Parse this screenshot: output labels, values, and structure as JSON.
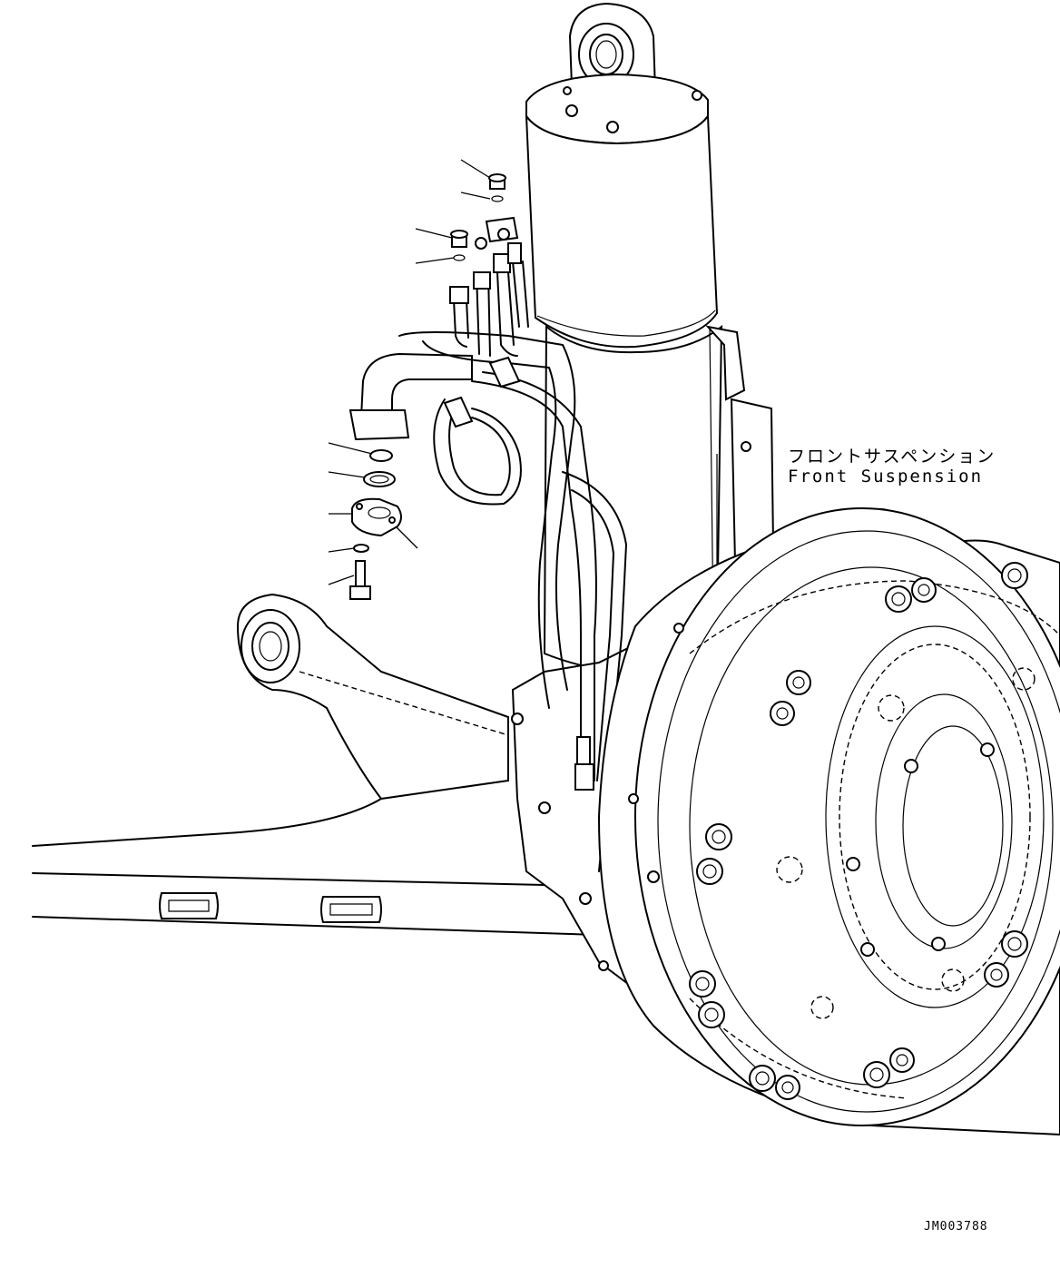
{
  "assembly_label": {
    "japanese": "フロントサスペンション",
    "english": "Front Suspension"
  },
  "drawing_number": "JM003788"
}
